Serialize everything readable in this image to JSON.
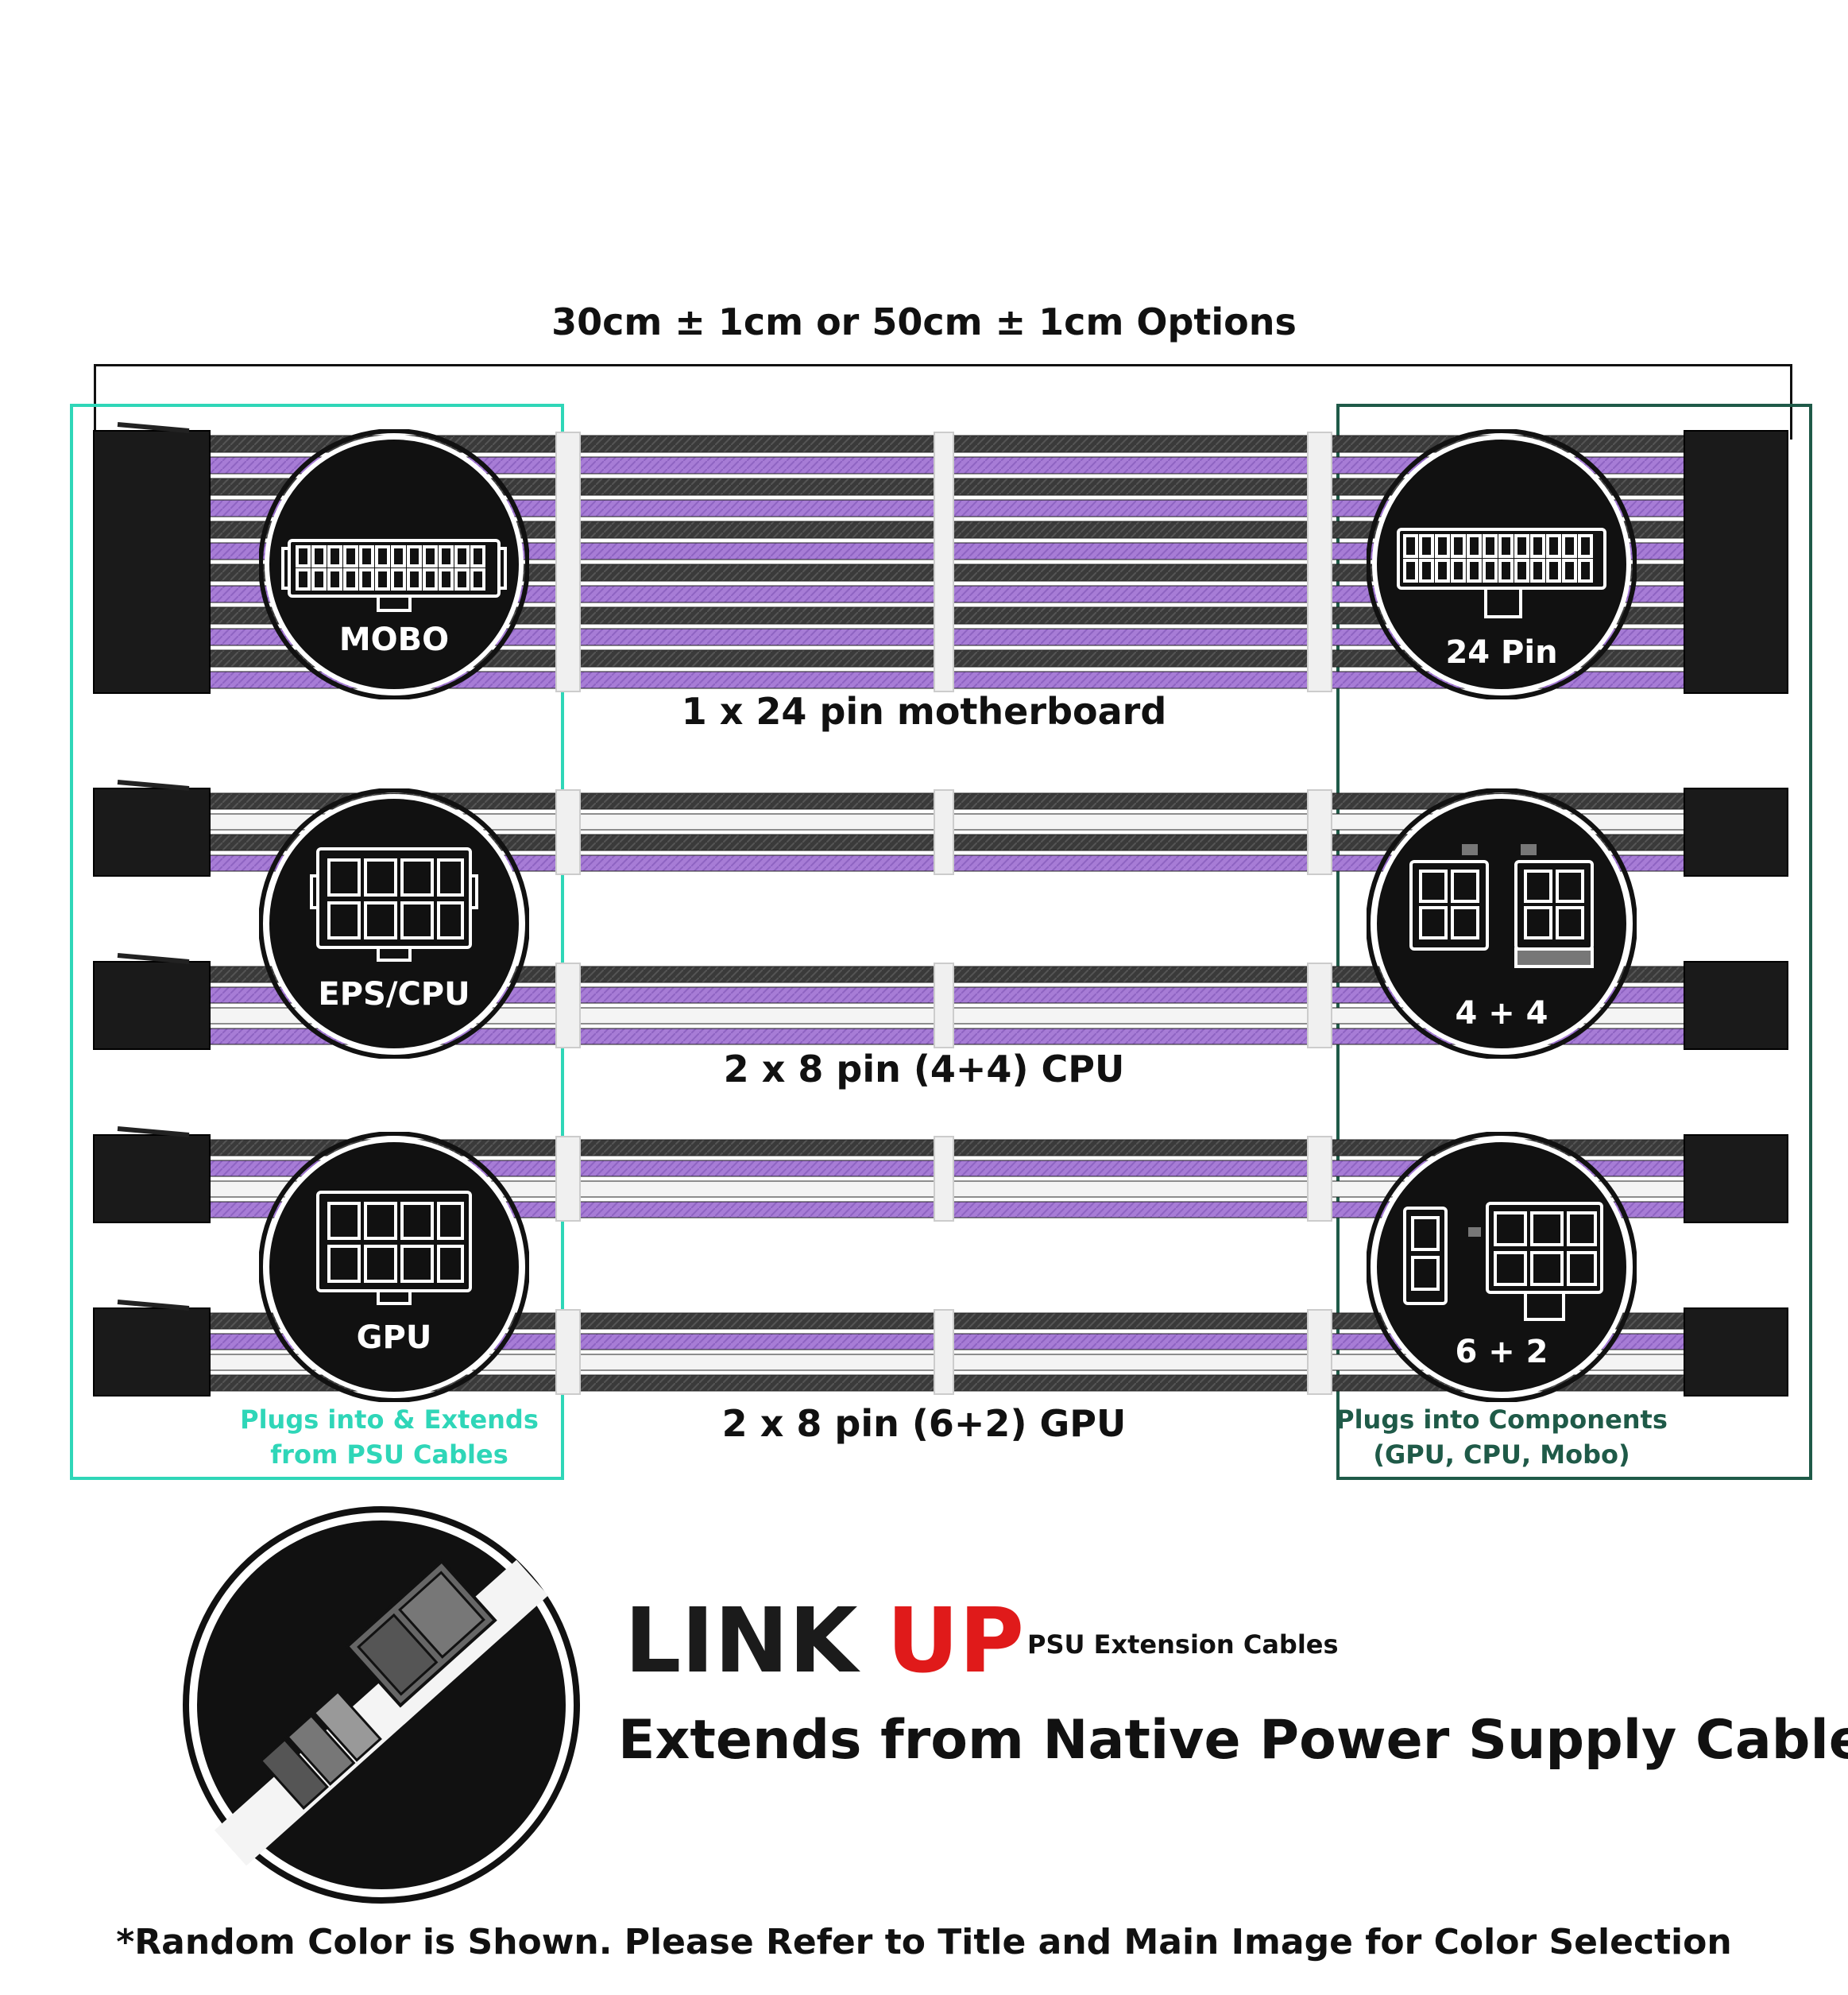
{
  "dimension": {
    "label": "30cm ± 1cm or 50cm ± 1cm Options"
  },
  "cables": [
    {
      "label": "1 x 24 pin motherboard"
    },
    {
      "label": "2 x 8 pin (4+4) CPU"
    },
    {
      "label": "2 x 8 pin (6+2) GPU"
    }
  ],
  "left_badges": [
    {
      "label": "MOBO",
      "icon": "24-pin-connector-icon"
    },
    {
      "label": "EPS/CPU",
      "icon": "8-pin-connector-icon"
    },
    {
      "label": "GPU",
      "icon": "8-pin-connector-icon"
    }
  ],
  "right_badges": [
    {
      "label": "24 Pin",
      "icon": "24-pin-connector-icon"
    },
    {
      "label": "4 + 4",
      "icon": "4-plus-4-connector-icon"
    },
    {
      "label": "6 + 2",
      "icon": "6-plus-2-connector-icon"
    }
  ],
  "left_group": {
    "line1": "Plugs into & Extends",
    "line2": "from PSU Cables"
  },
  "right_group": {
    "line1": "Plugs into Components",
    "line2": "(GPU, CPU, Mobo)"
  },
  "brand": {
    "part1": "LINK",
    "part2": "UP",
    "subtitle": "PSU Extension Cables"
  },
  "headline": "Extends from Native Power Supply Cables",
  "disclaimer": "*Random Color is Shown. Please Refer to Title and Main Image for Color Selection",
  "colors": {
    "purple": "#a77cd6",
    "dark": "#3a3a3a",
    "white": "#f4f4f4",
    "left_group": "#2fd6b8",
    "right_group": "#1f5a48",
    "brand_red": "#e01a1a"
  }
}
